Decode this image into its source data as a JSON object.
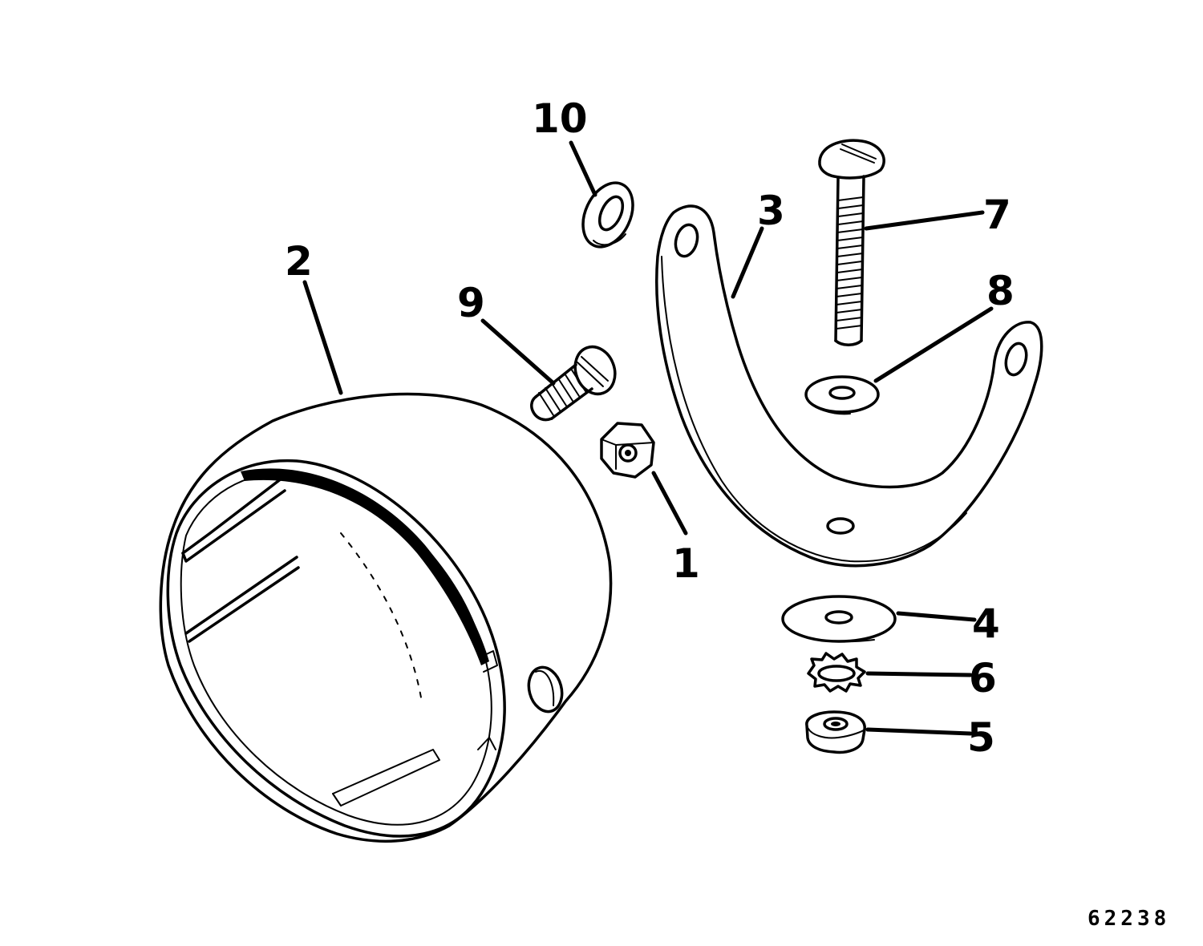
{
  "diagram": {
    "callouts": [
      {
        "id": "1",
        "label": "1"
      },
      {
        "id": "2",
        "label": "2"
      },
      {
        "id": "3",
        "label": "3"
      },
      {
        "id": "4",
        "label": "4"
      },
      {
        "id": "5",
        "label": "5"
      },
      {
        "id": "6",
        "label": "6"
      },
      {
        "id": "7",
        "label": "7"
      },
      {
        "id": "8",
        "label": "8"
      },
      {
        "id": "9",
        "label": "9"
      },
      {
        "id": "10",
        "label": "10"
      }
    ],
    "figure_number": "62238"
  },
  "colors": {
    "ink": "#000000",
    "paper": "#ffffff"
  }
}
